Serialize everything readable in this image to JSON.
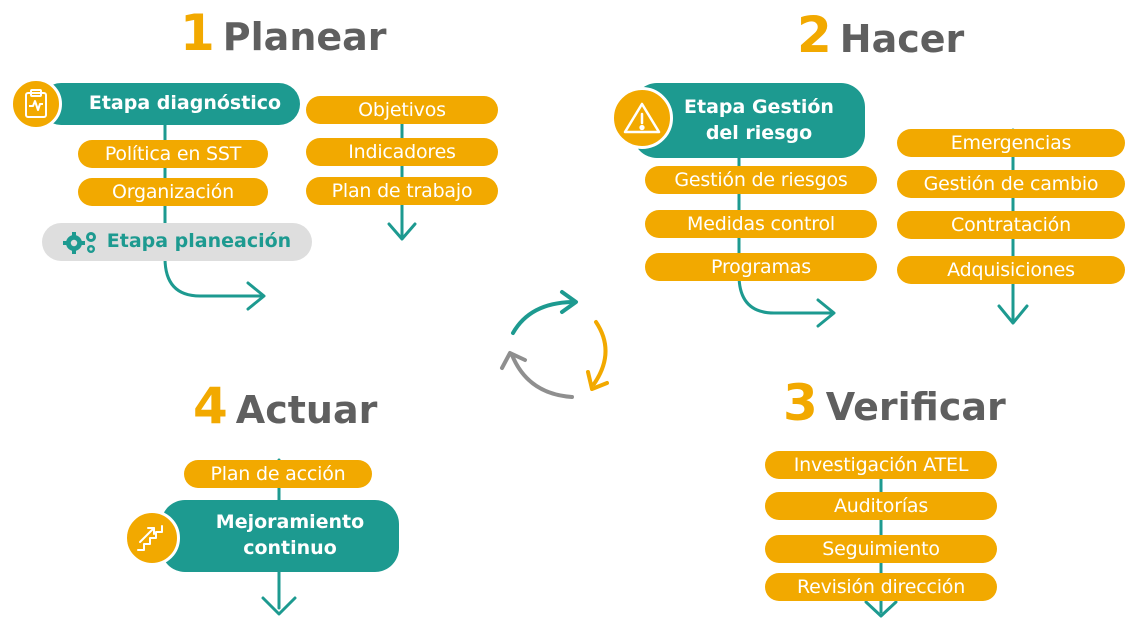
{
  "phases": {
    "planear": {
      "number": "1",
      "title": "Planear",
      "stage1": "Etapa diagnóstico",
      "stage1_items": [
        "Política en SST",
        "Organización"
      ],
      "stage2": "Etapa planeación",
      "side_items": [
        "Objetivos",
        "Indicadores",
        "Plan de trabajo"
      ],
      "icons": {
        "stage1": "clipboard-icon",
        "stage2": "gears-icon"
      }
    },
    "hacer": {
      "number": "2",
      "title": "Hacer",
      "stage": [
        "Etapa Gestión",
        "del riesgo"
      ],
      "items": [
        "Gestión de riesgos",
        "Medidas control",
        "Programas"
      ],
      "side_items": [
        "Emergencias",
        "Gestión de cambio",
        "Contratación",
        "Adquisiciones"
      ],
      "icons": {
        "stage": "warning-icon"
      }
    },
    "verificar": {
      "number": "3",
      "title": "Verificar",
      "items": [
        "Investigación ATEL",
        "Auditorías",
        "Seguimiento",
        "Revisión dirección"
      ]
    },
    "actuar": {
      "number": "4",
      "title": "Actuar",
      "item": "Plan de acción",
      "stage": [
        "Mejoramiento",
        "continuo"
      ],
      "icons": {
        "stage": "stairs-icon"
      }
    }
  },
  "cycle_icon": "cycle-arrows-icon",
  "colors": {
    "orange": "#f2a900",
    "teal": "#1d9a90",
    "grey": "#5f5f5f",
    "light_grey": "#dedede",
    "cycle_grey": "#8f8f8f"
  }
}
